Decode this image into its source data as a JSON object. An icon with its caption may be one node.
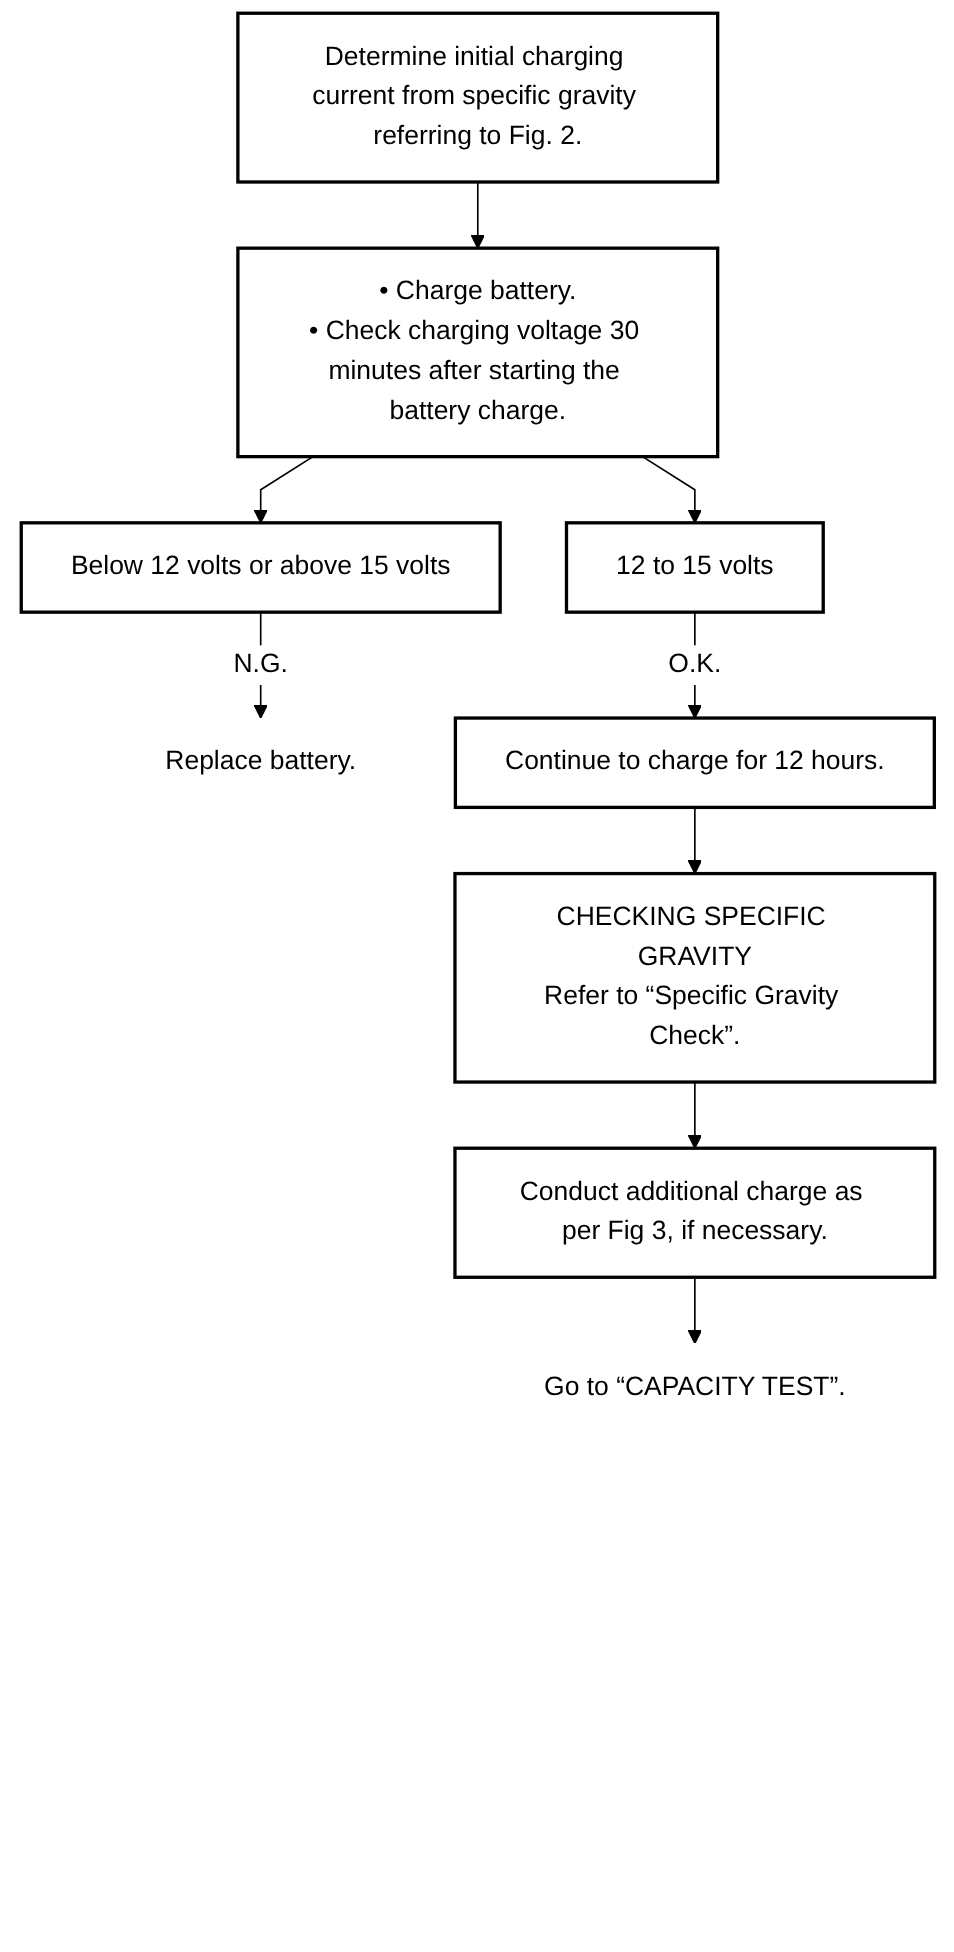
{
  "diagram": {
    "nodes": [
      {
        "text": [
          "Determine initial charging current from specific gravity referring to Fig. 2."
        ]
      },
      {
        "text": [
          "• Charge battery.",
          "• Check charging voltage 30 minutes after starting the battery charge."
        ]
      },
      {
        "text": [
          "12 to 15 volts"
        ]
      },
      {
        "text": [
          "Below 12 volts or above 15 volts"
        ]
      },
      {
        "text": [
          "Replace battery."
        ]
      },
      {
        "text": [
          "Continue to charge for 12 hours."
        ]
      },
      {
        "text": [
          "CHECKING SPECIFIC GRAVITY",
          "Refer to “Specific Gravity Check”."
        ]
      },
      {
        "text": [
          "Conduct additional charge as per Fig 3, if necessary."
        ]
      },
      {
        "text": [
          "Go to “CAPACITY TEST”."
        ]
      }
    ],
    "edges": [
      {
        "from": 0,
        "to": 1,
        "arrow": "to"
      },
      {
        "from": 1,
        "to": 2,
        "arrow": "to"
      },
      {
        "from": 1,
        "to": 3,
        "arrow": "to"
      },
      {
        "from": 2,
        "to": 5,
        "arrow": "to",
        "label": "O.K."
      },
      {
        "from": 3,
        "to": 4,
        "arrow": "to",
        "label": "N.G."
      },
      {
        "from": 5,
        "to": 6,
        "arrow": "to"
      },
      {
        "from": 6,
        "to": 7,
        "arrow": "to"
      },
      {
        "from": 7,
        "to": 8,
        "arrow": "to"
      }
    ]
  }
}
